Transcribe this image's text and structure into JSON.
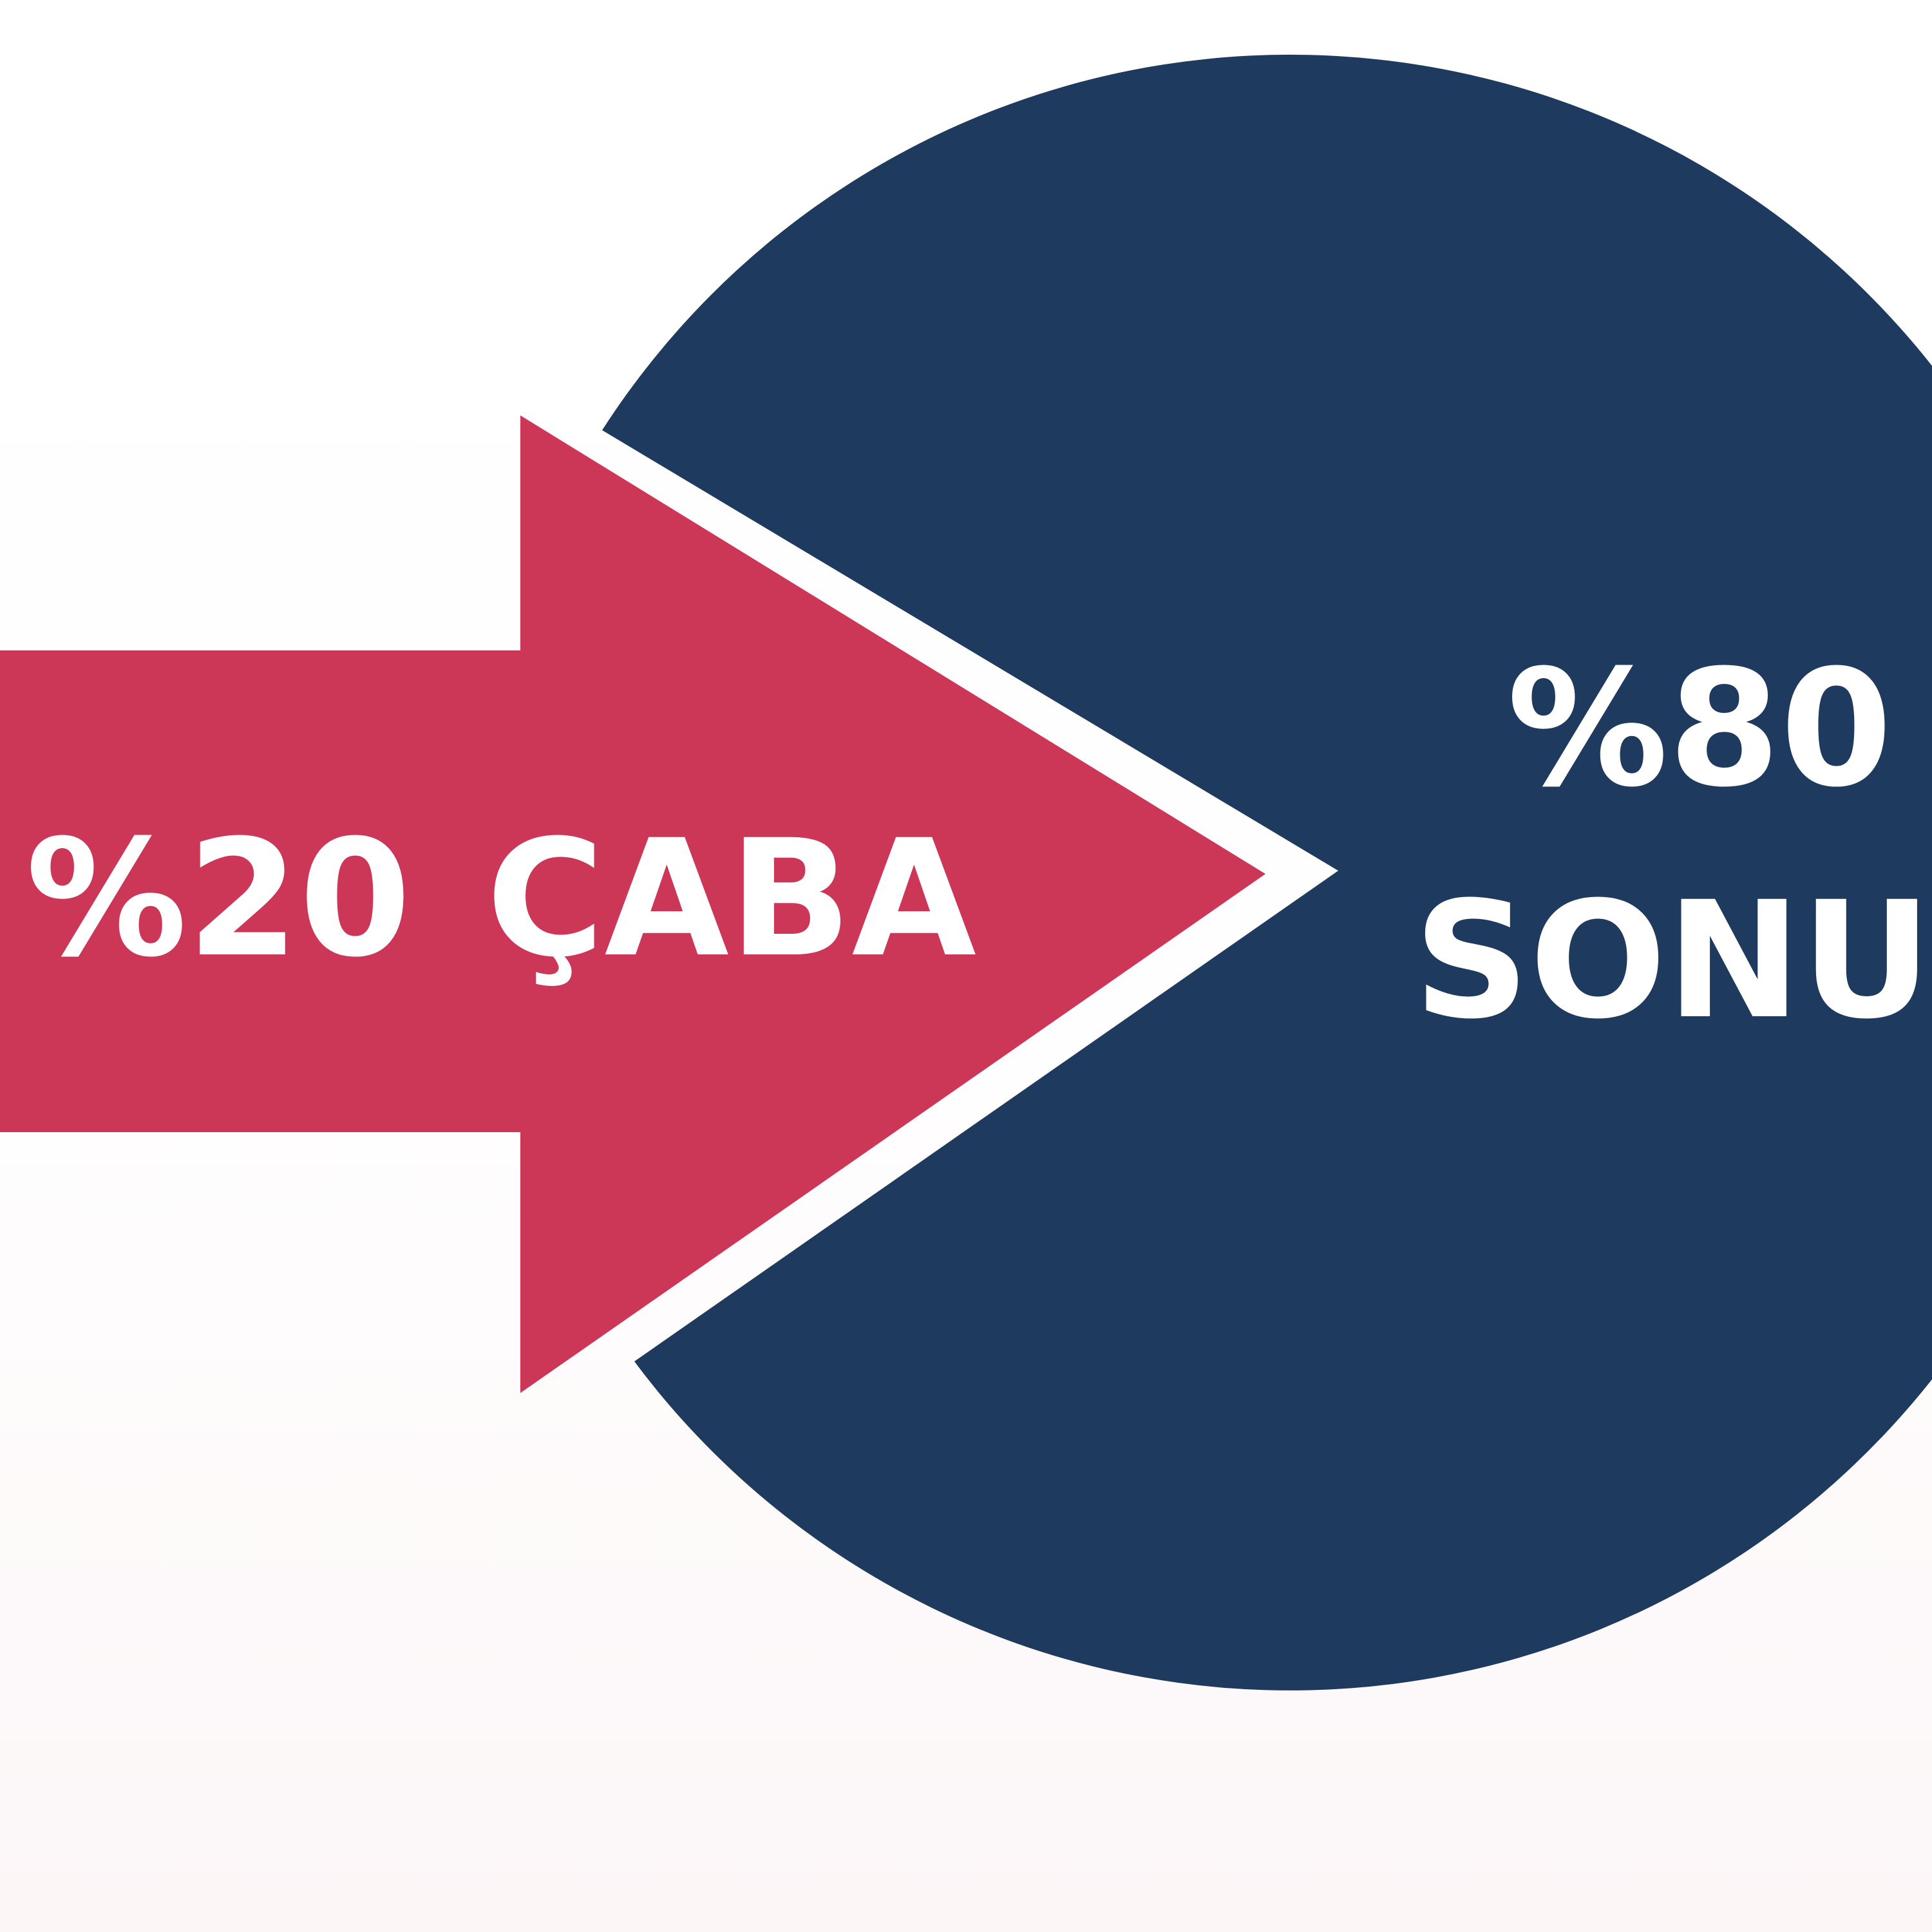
{
  "arrow": {
    "percent": "%20",
    "word": "ÇABA",
    "color": "#cc3757"
  },
  "circle": {
    "percent": "%80",
    "word": "SONUÇ",
    "color": "#1f3a5f"
  },
  "background": "#ffffff"
}
